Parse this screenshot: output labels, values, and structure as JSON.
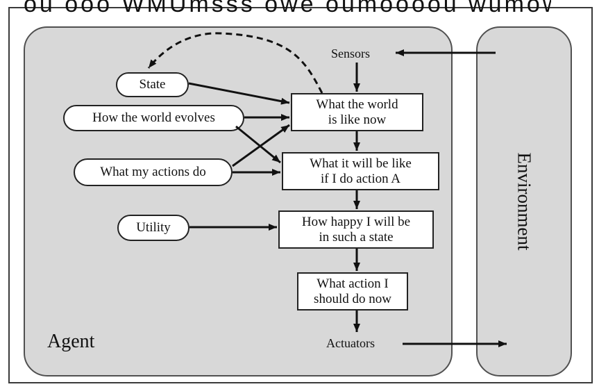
{
  "header": {
    "cutoff_text": "ou ooo WMUmsss owe oumoooou wumows"
  },
  "agent": {
    "label": "Agent",
    "sensors_label": "Sensors",
    "actuators_label": "Actuators",
    "state_label": "State",
    "world_evolves_label": "How the world evolves",
    "actions_do_label": "What my actions do",
    "utility_label": "Utility",
    "world_now": [
      "What the world",
      "is like now"
    ],
    "will_be_like": [
      "What it will be like",
      "if I do action A"
    ],
    "how_happy": [
      "How happy I will be",
      "in such a state"
    ],
    "what_action": [
      "What action I",
      "should do now"
    ]
  },
  "environment": {
    "label": "Environment"
  },
  "colors": {
    "panel_fill": "#d8d8d8",
    "panel_border": "#505050",
    "box_fill": "#ffffff",
    "line": "#111111"
  }
}
